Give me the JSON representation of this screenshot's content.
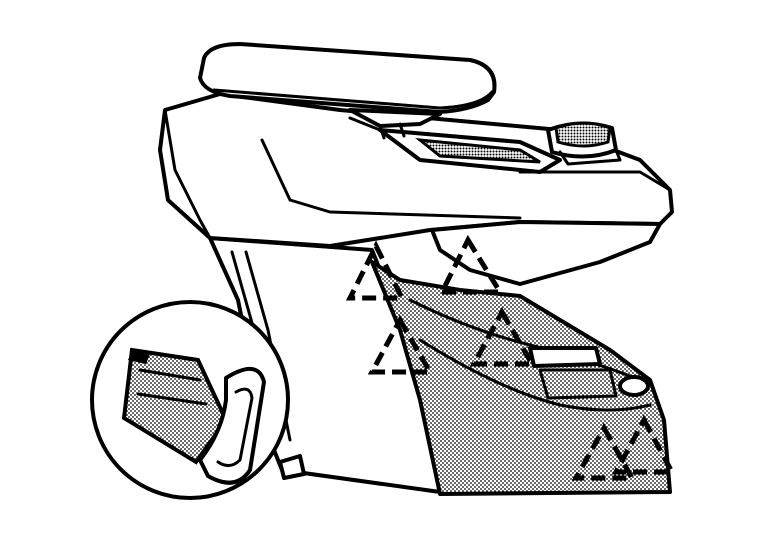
{
  "figure": {
    "subject": "center-console-armrest-assembly",
    "callout_count": 6,
    "inset": "clip-detail",
    "colors": {
      "line": "#000000",
      "background": "#ffffff",
      "shading": "#bdbdbd"
    }
  }
}
